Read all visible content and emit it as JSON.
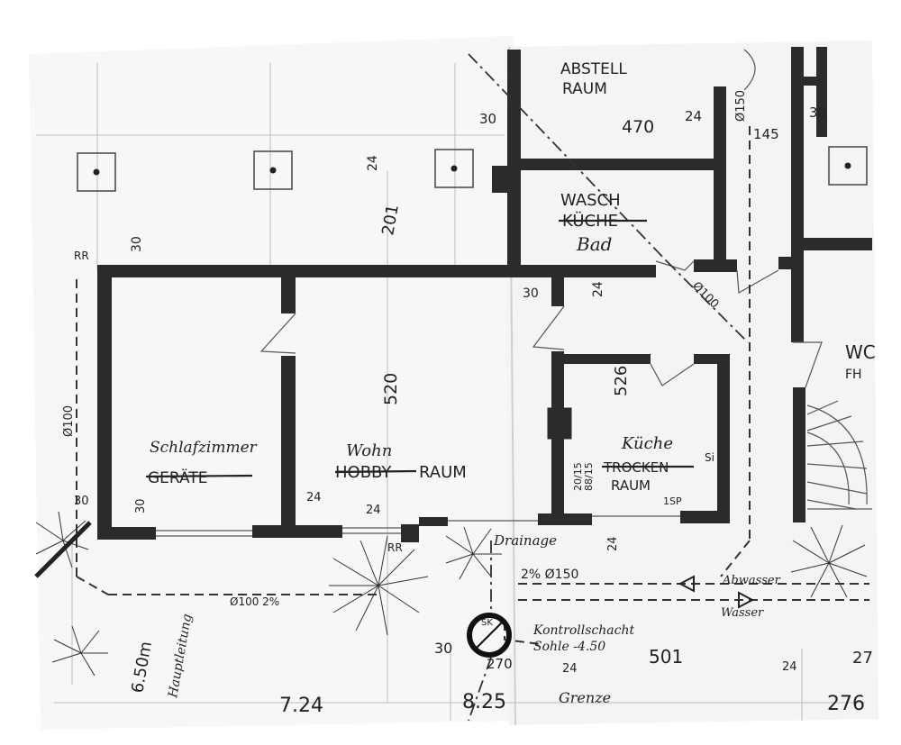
{
  "rooms": {
    "abstell": [
      "ABSTELL",
      "RAUM"
    ],
    "wasch": [
      "WASCH",
      "KÜCHE",
      "Bad"
    ],
    "schlaf": [
      "Schlafzimmer",
      "GERÄTE"
    ],
    "wohn": [
      "Wohn",
      "HOBBY",
      "RAUM"
    ],
    "kueche": [
      "Küche",
      "TROCKEN",
      "RAUM"
    ],
    "wc": [
      "WC",
      "FH"
    ]
  },
  "dimensions": {
    "d_470": "470",
    "d_30_top": "30",
    "d_24_top": "24",
    "d_150_top": "Ø150",
    "d_145": "145",
    "d_30_right": "30",
    "d_24_vert": "24",
    "d_201": "201",
    "d_30_left": "30",
    "d_30_mid": "30",
    "d_24_mid": "24",
    "d_100_diag": "Ø100",
    "d_520": "520",
    "d_526": "526",
    "d_100_left": "Ø100",
    "d_30_bl": "30",
    "d_30_bl2": "30",
    "d_24_bl": "24",
    "d_24_b2": "24",
    "d_2015": "20/15",
    "d_8815": "88/15",
    "d_24_drain": "24",
    "d_150_drain": "2% Ø150",
    "d_100_drain": "Ø100 2%",
    "d_30_bottom": "30",
    "d_270": "270",
    "d_24_bottom": "24",
    "d_501": "501",
    "d_24_br": "24",
    "d_27_right": "27",
    "d_724": "7.24",
    "d_825": "8.25",
    "d_276": "276",
    "d_650": "6.50m",
    "d_sp": "1SP",
    "d_si": "Si"
  },
  "labels": {
    "rr_top": "RR",
    "rr_bottom": "RR",
    "drainage": "Drainage",
    "abwasser": "Abwasser",
    "wasser": "Wasser",
    "kontroll": "Kontrollschacht",
    "sohle": "Sohle -4.50",
    "grenze": "Grenze",
    "leitung": "Hauptleitung",
    "schacht": "SK"
  }
}
